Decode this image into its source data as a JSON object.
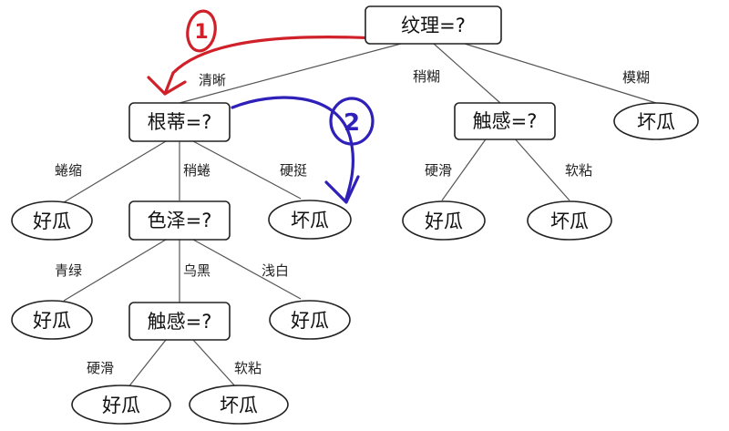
{
  "nodes": {
    "root": "纹理=?",
    "root_qing": "根蒂=?",
    "root_shao": "触感=?",
    "root_mo": "坏瓜",
    "qing_quan": "好瓜",
    "qing_shao": "色泽=?",
    "qing_ying": "坏瓜",
    "shao_hua": "好瓜",
    "shao_nian": "坏瓜",
    "se_qing": "好瓜",
    "se_wu": "触感=?",
    "se_qian": "好瓜",
    "wu_hua": "好瓜",
    "wu_nian": "坏瓜"
  },
  "edges": {
    "qingxi": "清晰",
    "shaohu": "稍糊",
    "mohu": "模糊",
    "quansuo": "蜷缩",
    "shaoquan": "稍蜷",
    "yingting": "硬挺",
    "yinghua_1": "硬滑",
    "ruannian_1": "软粘",
    "qinglv": "青绿",
    "wuhei": "乌黑",
    "qianbai": "浅白",
    "yinghua_2": "硬滑",
    "ruannian_2": "软粘"
  },
  "annotations": {
    "step1": "1",
    "step2": "2",
    "step1_color": "#d0202a",
    "step2_color": "#2e20b8"
  }
}
